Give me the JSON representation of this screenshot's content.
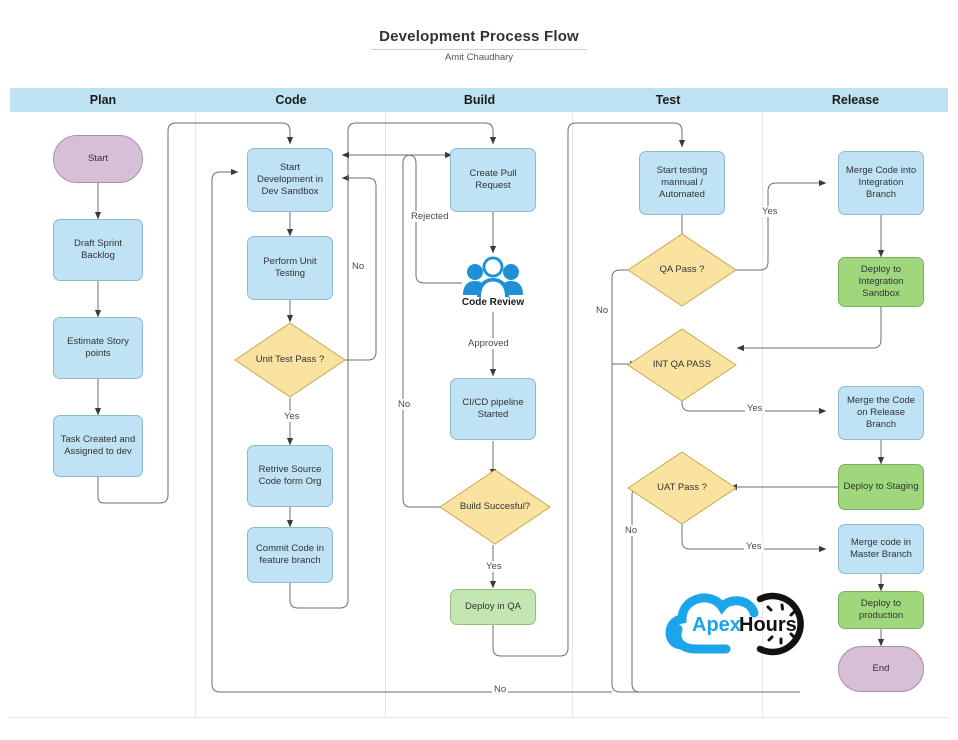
{
  "document": {
    "title": "Development Process Flow",
    "subtitle": "Amit Chaudhary"
  },
  "lanes": [
    {
      "label": "Plan"
    },
    {
      "label": "Code"
    },
    {
      "label": "Build"
    },
    {
      "label": "Test"
    },
    {
      "label": "Release"
    }
  ],
  "colors": {
    "lane_header": "#bfe2f2",
    "process": "#bfe2f5",
    "decision": "#fae3a0",
    "deploy": "#9fd87c",
    "deploy_qa": "#c3e6b2",
    "terminator": "#d8bfd8",
    "connector": "#7d7d7d",
    "logo_blue": "#1ca5ea",
    "logo_black": "#111111"
  },
  "nodes": {
    "start": "Start",
    "draft_sprint_backlog": "Draft Sprint Backlog",
    "estimate_story_points": "Estimate Story points",
    "task_created": "Task Created and Assigned to dev",
    "start_development": "Start Development in Dev Sandbox",
    "perform_unit_testing": "Perform Unit Testing",
    "unit_test_pass": "Unit Test Pass ?",
    "retrieve_source_code": "Retrive Source Code form Org",
    "commit_code": "Commit Code in feature branch",
    "create_pull_request": "Create Pull Request",
    "code_review": "Code Review",
    "cicd_pipeline": "CI/CD pipeline Started",
    "build_successful": "Build Succesful?",
    "deploy_in_qa": "Deploy in QA",
    "start_testing": "Start testing mannual / Automated",
    "qa_pass": "QA Pass ?",
    "int_qa_pass": "INT QA PASS",
    "uat_pass": "UAT Pass ?",
    "merge_integration": "Merge Code into Integration Branch",
    "deploy_integration_sandbox": "Deploy to Integration Sandbox",
    "merge_release_branch": "Merge the Code on Release Branch",
    "deploy_staging": "Deploy to Staging",
    "merge_master_branch": "Merge code in Master Branch",
    "deploy_production": "Deploy to production",
    "end": "End"
  },
  "edge_labels": {
    "unit_test_no": "No",
    "unit_test_yes": "Yes",
    "rejected": "Rejected",
    "approved": "Approved",
    "build_no": "No",
    "build_yes": "Yes",
    "qa_pass_yes": "Yes",
    "qa_pass_no": "No",
    "int_qa_yes": "Yes",
    "uat_no": "No",
    "uat_yes": "Yes",
    "bottom_no": "No"
  },
  "logo": {
    "word_one": "Apex",
    "word_two": "Hours"
  }
}
